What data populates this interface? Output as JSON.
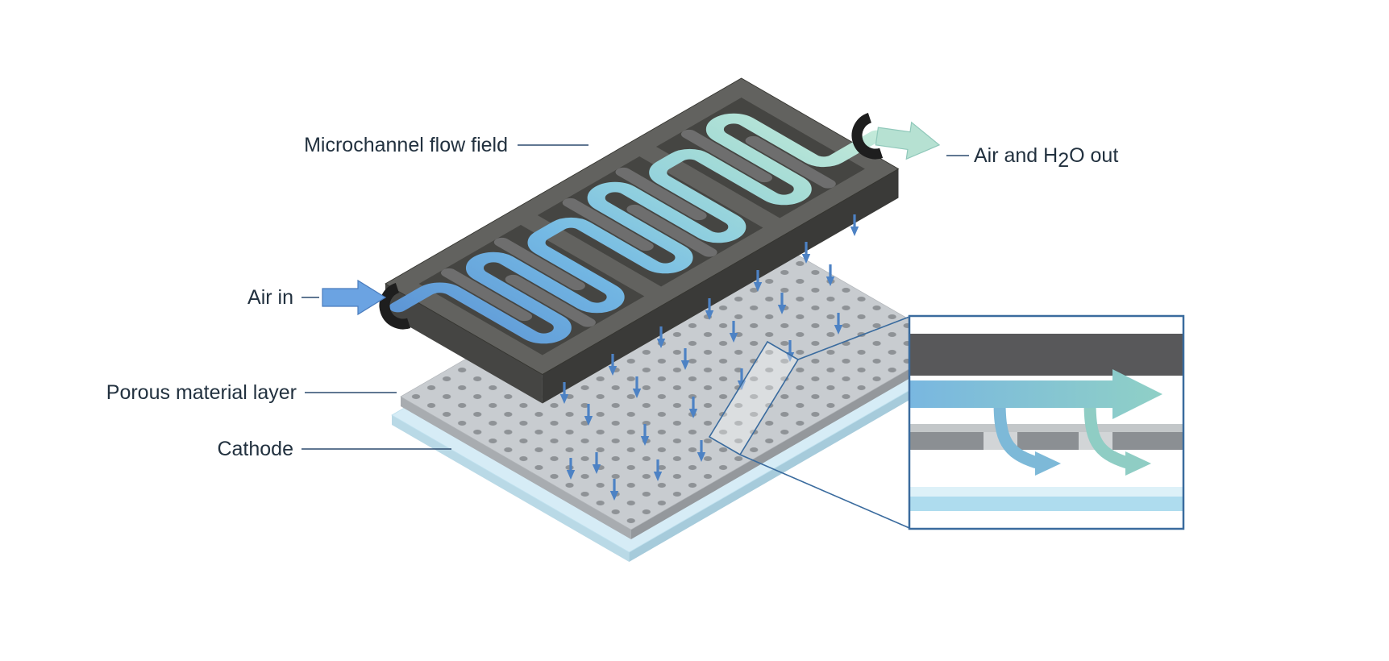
{
  "labels": {
    "microchannel": "Microchannel flow field",
    "air_out_main": "Air and H",
    "air_out_sub": "2",
    "air_out_tail": "O out",
    "air_in": "Air in",
    "porous": "Porous material layer",
    "cathode": "Cathode"
  },
  "colors": {
    "channel_start": "#5e97d6",
    "channel_mid1": "#74b9e4",
    "channel_mid2": "#8fcfdf",
    "channel_mid3": "#a5dcd6",
    "channel_end": "#c4ead9",
    "frame_top": "#62625f",
    "frame_side_left": "#454543",
    "frame_side_front": "#3a3a38",
    "floor": "#454542",
    "rib": "#6e6e6e",
    "porous_top": "#c8ccd0",
    "pore_dot": "#8e9296",
    "cathode_top": "#d6ecf6",
    "down_arrow": "#4d82c4",
    "inlet_arrow": "#6ba3e2",
    "outlet_arrow": "#b6e1d2",
    "accent_blue": "#3a6b9e",
    "cap_black": "#1e1e1e"
  }
}
